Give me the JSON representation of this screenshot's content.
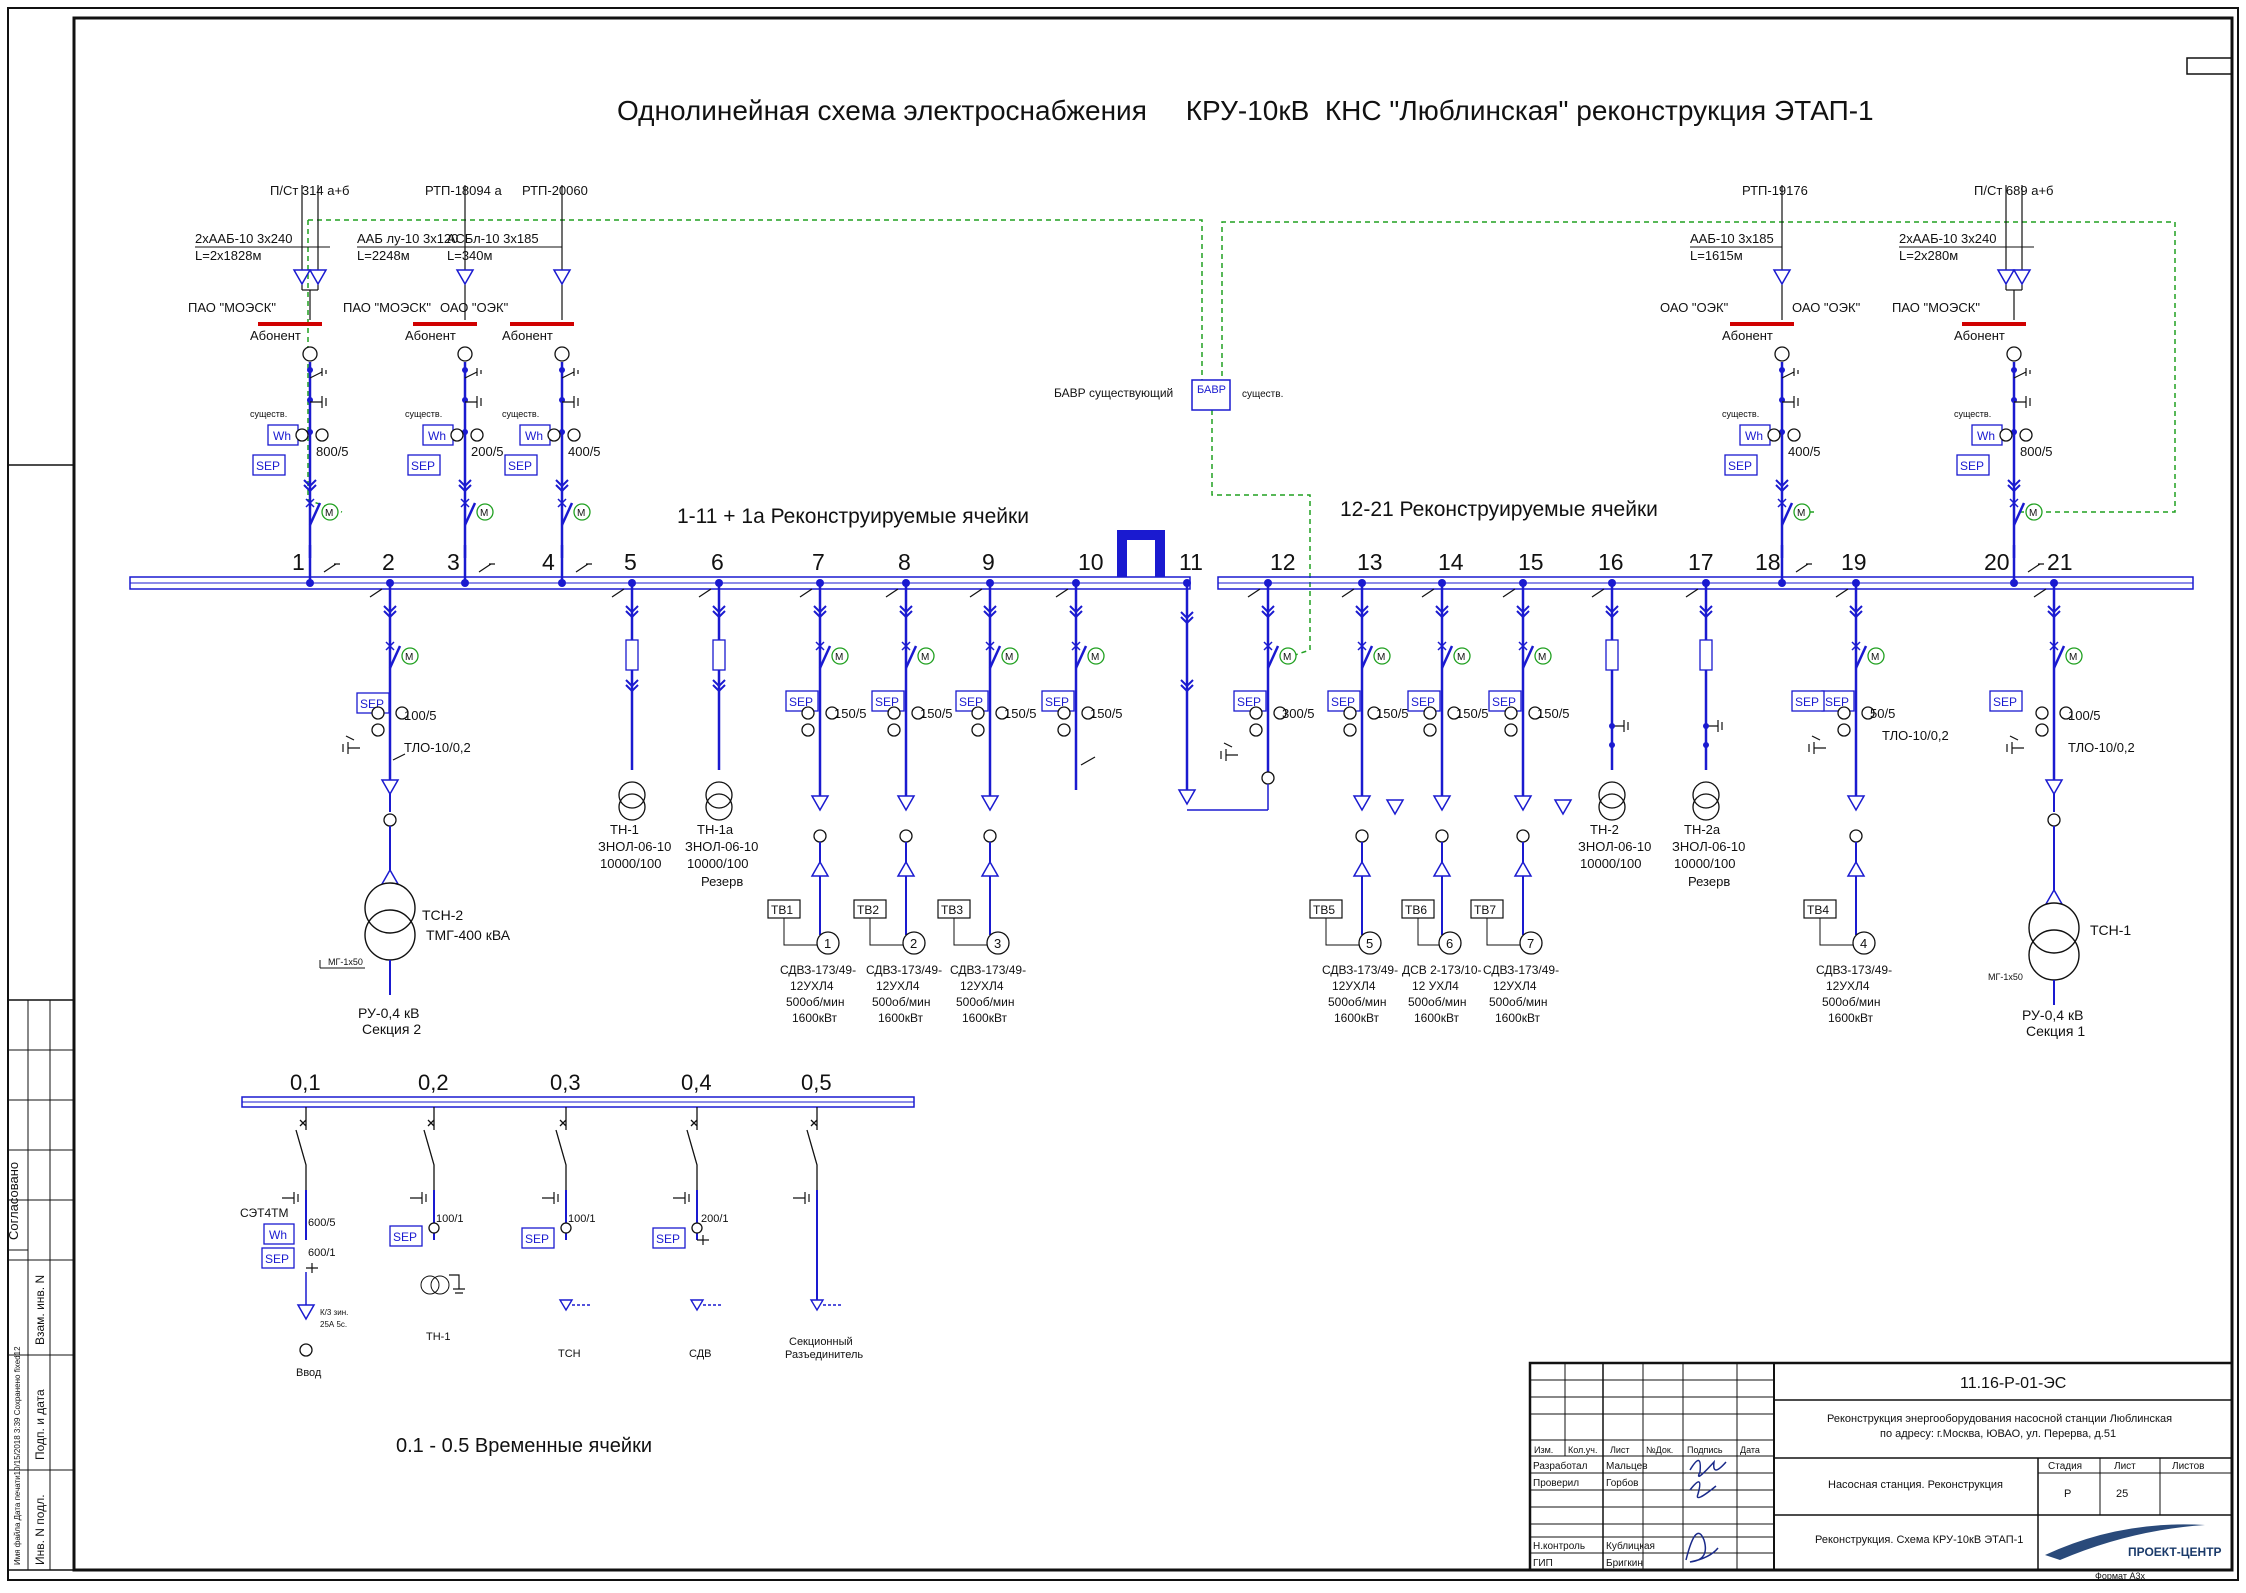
{
  "title": "Однолинейная схема электроснабжения     КРУ-10кВ  КНС \"Люблинская\" реконструкция ЭТАП-1",
  "section_left": "1-11 + 1а Реконструируемые  ячейки",
  "section_right": "12-21 Реконструируемые  ячейки",
  "section_temp": "0.1 - 0.5  Временные  ячейки",
  "bavr_label": "БАВР существующий",
  "bavr_box": "БАВР",
  "bavr_side": "существ.",
  "feeders": [
    {
      "source": "П/Ст 314 а+б",
      "cable": "2хААБ-10 3х240",
      "length": "L=2х1828м",
      "org": "ПАО \"МОЭСК\"",
      "abonent": "Абонент",
      "exist": "существ.",
      "ct": "800/5"
    },
    {
      "source": "РТП-18094 а",
      "cable": "ААБ лу-10 3х120",
      "length": "L=2248м",
      "org": "ПАО \"МОЭСК\"",
      "abonent": "Абонент",
      "exist": "существ.",
      "ct": "200/5"
    },
    {
      "source": "РТП-20060",
      "cable": "АСБл-10 3х185",
      "length": "L=340м",
      "org": "ОАО \"ОЭК\"",
      "abonent": "Абонент",
      "exist": "существ.",
      "ct": "400/5"
    },
    {
      "source": "РТП-19176",
      "cable": "ААБ-10 3х185",
      "length": "L=1615м",
      "org": "ОАО \"ОЭК\"",
      "org2": "ОАО \"ОЭК\"",
      "abonent": "Абонент",
      "exist": "существ.",
      "ct": "400/5"
    },
    {
      "source": "П/Ст 689 а+б",
      "cable": "2хААБ-10 3х240",
      "length": "L=2х280м",
      "org": "ПАО \"МОЭСК\"",
      "abonent": "Абонент",
      "exist": "существ.",
      "ct": "800/5"
    }
  ],
  "cells_left": [
    "1",
    "2",
    "3",
    "4",
    "5",
    "6",
    "7",
    "8",
    "9",
    "10",
    "11"
  ],
  "cells_right": [
    "12",
    "13",
    "14",
    "15",
    "16",
    "17",
    "18",
    "19",
    "20",
    "21"
  ],
  "meter": "Wh",
  "sep": "SEP",
  "motor": "M",
  "ct_150": "150/5",
  "ct_300": "300/5",
  "ct_100": "100/5",
  "ct_50": "50/5",
  "tlo": "ТЛО-10/0,2",
  "vt_left": [
    {
      "name": "ТН-1",
      "type": "ЗНОЛ-06-10",
      "ratio": "10000/100",
      "note": ""
    },
    {
      "name": "ТН-1а",
      "type": "ЗНОЛ-06-10",
      "ratio": "10000/100",
      "note": "Резерв"
    }
  ],
  "vt_right": [
    {
      "name": "ТН-2",
      "type": "ЗНОЛ-06-10",
      "ratio": "10000/100",
      "note": ""
    },
    {
      "name": "ТН-2а",
      "type": "ЗНОЛ-06-10",
      "ratio": "10000/100",
      "note": "Резерв"
    }
  ],
  "tsn2": {
    "name": "ТСН-2",
    "type": "ТМГ-400 кВА",
    "ru": "РУ-0,4 кВ",
    "sec": "Секция 2",
    "cable": "МГ-1х50"
  },
  "tsn1": {
    "name": "ТСН-1",
    "ru": "РУ-0,4 кВ",
    "sec": "Секция 1",
    "cable": "МГ-1х50"
  },
  "motors": [
    {
      "tv": "ТВ1",
      "num": "1",
      "l1": "СДВЗ-173/49-",
      "l2": "12УХЛ4",
      "l3": "500об/мин",
      "l4": "1600кВт"
    },
    {
      "tv": "ТВ2",
      "num": "2",
      "l1": "СДВЗ-173/49-",
      "l2": "12УХЛ4",
      "l3": "500об/мин",
      "l4": "1600кВт"
    },
    {
      "tv": "ТВ3",
      "num": "3",
      "l1": "СДВЗ-173/49-",
      "l2": "12УХЛ4",
      "l3": "500об/мин",
      "l4": "1600кВт"
    },
    {
      "tv": "ТВ5",
      "num": "5",
      "l1": "СДВЗ-173/49-",
      "l2": "12УХЛ4",
      "l3": "500об/мин",
      "l4": "1600кВт"
    },
    {
      "tv": "ТВ6",
      "num": "6",
      "l1": "ДСВ 2-173/10-",
      "l2": "12 УХЛ4",
      "l3": "500об/мин",
      "l4": "1600кВт"
    },
    {
      "tv": "ТВ7",
      "num": "7",
      "l1": "СДВЗ-173/49-",
      "l2": "12УХЛ4",
      "l3": "500об/мин",
      "l4": "1600кВт"
    },
    {
      "tv": "ТВ4",
      "num": "4",
      "l1": "СДВЗ-173/49-",
      "l2": "12УХЛ4",
      "l3": "500об/мин",
      "l4": "1600кВт"
    }
  ],
  "temp_cells": [
    "0,1",
    "0,2",
    "0,3",
    "0,4",
    "0,5"
  ],
  "temp": {
    "setm": "СЭТ4ТМ",
    "ct1": "600/5",
    "ct2": "600/1",
    "k3": "К/3 зин.",
    "k3b": "25А 5с.",
    "vvod": "Ввод",
    "ct_th": "100/1",
    "th": "ТН-1",
    "ct_tsn": "100/1",
    "tsn": "ТСН",
    "ct_sdv": "200/1",
    "sdv": "СДВ",
    "sec1": "Секционный",
    "sec2": "Разъединитель"
  },
  "stamp": {
    "code": "11.16-Р-01-ЭС",
    "desc1": "Реконструкция энергооборудования насосной станции Люблинская",
    "desc2": "по адресу: г.Москва, ЮВАО, ул. Перерва, д.51",
    "hdr": [
      "Изм.",
      "Кол.уч.",
      "Лист",
      "№Док.",
      "Подпись",
      "Дата"
    ],
    "razr": "Разработал",
    "razr_n": "Мальцев",
    "prov": "Проверил",
    "prov_n": "Горбов",
    "nk": "Н.контроль",
    "nk_n": "Кублицкая",
    "gip": "ГИП",
    "gip_n": "Бригкин",
    "object": "Насосная станция. Реконструкция",
    "sheet_name": "Реконструкция. Схема КРУ-10кВ ЭТАП-1",
    "stage_h": "Стадия",
    "list_h": "Лист",
    "lists_h": "Листов",
    "stage": "Р",
    "list": "25",
    "company": "ПРОЕКТ-ЦЕНТР",
    "format": "Формат   А3х"
  },
  "side": {
    "soglas": "Согласовано",
    "vzam": "Взам. инв. N",
    "podp": "Подп. и дата",
    "inv": "Инв. N подл.",
    "file": "Имя файла Дата печати10/15/2018 3:39 Сохранено fixed12"
  }
}
